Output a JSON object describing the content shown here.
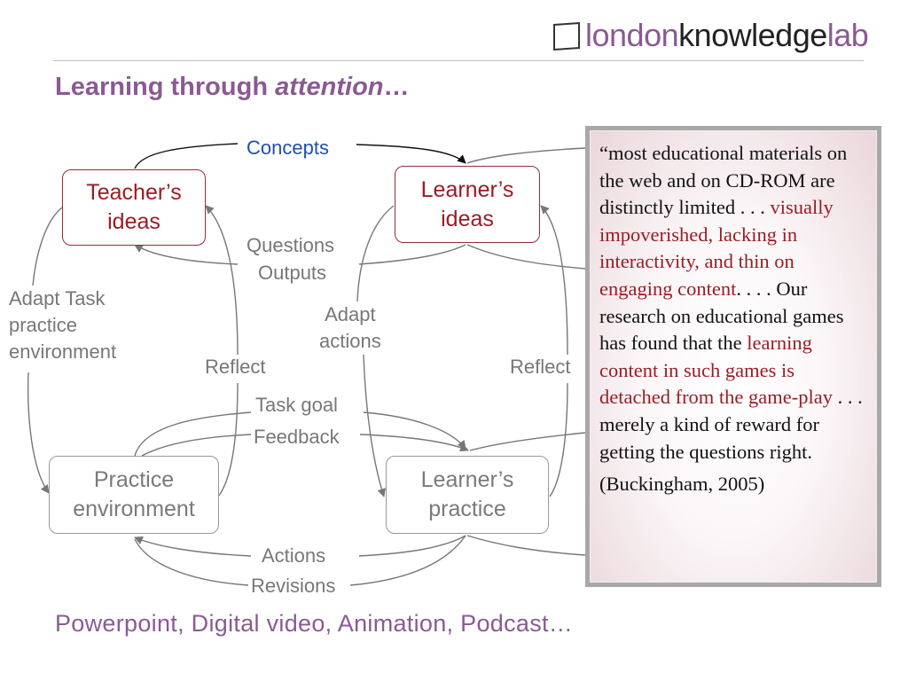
{
  "logo": {
    "part1": "london",
    "part2": "knowledge",
    "part3": "lab"
  },
  "title": {
    "main": "Learning through ",
    "emph": "attention",
    "tail": "…"
  },
  "nodes": {
    "teacher_ideas": {
      "line1": "Teacher’s",
      "line2": "ideas"
    },
    "learner_ideas": {
      "line1": "Learner’s",
      "line2": "ideas"
    },
    "practice_env": {
      "line1": "Practice",
      "line2": "environment"
    },
    "learner_practice": {
      "line1": "Learner’s",
      "line2": "practice"
    }
  },
  "labels": {
    "concepts": "Concepts",
    "questions": "Questions",
    "outputs": "Outputs",
    "adapt_task_1": "Adapt Task",
    "adapt_task_2": "practice",
    "adapt_task_3": "environment",
    "adapt_actions_1": "Adapt",
    "adapt_actions_2": "actions",
    "reflect_left": "Reflect",
    "reflect_right": "Reflect",
    "task_goal": "Task goal",
    "feedback": "Feedback",
    "actions": "Actions",
    "revisions": "Revisions"
  },
  "quote": {
    "seg1": "“most educational materials on the web and on CD-ROM are distinctly limited . . . ",
    "seg2": "visually impoverished, lacking in interactivity, and thin on engaging content",
    "seg3": ". . . . Our research on educational games has found that the ",
    "seg4": "learning content in such games is detached from the game-play",
    "seg5": " . . . merely a kind of reward for getting the questions right.",
    "citation": "(Buckingham, 2005)"
  },
  "footer": "Powerpoint, Digital video, Animation, Podcast…",
  "colors": {
    "accent_purple": "#8a5a93",
    "node_red": "#9b1c24",
    "concepts_blue": "#1f4eb4",
    "grey_text": "#777777"
  }
}
